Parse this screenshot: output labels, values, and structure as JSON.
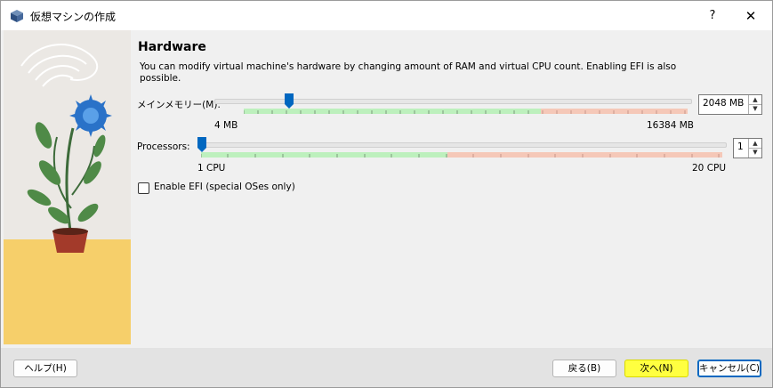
{
  "window": {
    "title": "仮想マシンの作成",
    "help_glyph": "?",
    "close_glyph": "✕",
    "icon": "virtualbox-cube-icon"
  },
  "page": {
    "heading": "Hardware",
    "description": "You can modify virtual machine's hardware by changing amount of RAM and virtual CPU count. Enabling EFI is also possible."
  },
  "memory": {
    "label": "メインメモリー(M):",
    "value": "2048 MB",
    "min_label": "4 MB",
    "max_label": "16384 MB",
    "min": 4,
    "max": 16384,
    "current": 2048
  },
  "processors": {
    "label": "Processors:",
    "value": "1",
    "min_label": "1 CPU",
    "max_label": "20 CPU",
    "min": 1,
    "max": 20,
    "current": 1
  },
  "efi": {
    "label": "Enable EFI (special OSes only)",
    "checked": false
  },
  "buttons": {
    "help": "ヘルプ(H)",
    "back": "戻る(B)",
    "next": "次へ(N)",
    "cancel": "キャンセル(C)"
  },
  "colors": {
    "ok_range": "#bdf0bd",
    "warn_range": "#f5c8b8",
    "handle": "#0067c0",
    "highlight": "#ffff40"
  }
}
